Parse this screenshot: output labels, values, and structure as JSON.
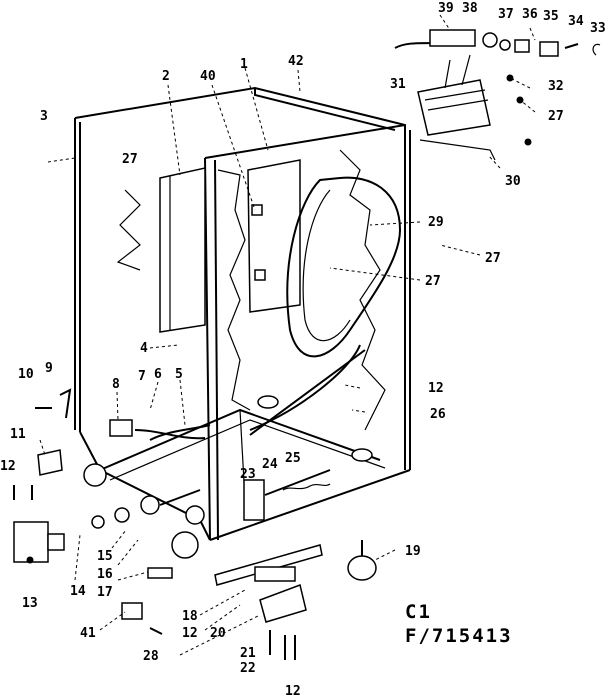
{
  "diagram": {
    "labels": {
      "p1": "1",
      "p2": "2",
      "p3": "3",
      "p4": "4",
      "p5": "5",
      "p6": "6",
      "p7": "7",
      "p8": "8",
      "p9": "9",
      "p10": "10",
      "p11": "11",
      "p12a": "12",
      "p12b": "12",
      "p12c": "12",
      "p12d": "12",
      "p13": "13",
      "p14": "14",
      "p15": "15",
      "p16": "16",
      "p17": "17",
      "p18": "18",
      "p19": "19",
      "p20": "20",
      "p21": "21",
      "p22": "22",
      "p23": "23",
      "p24": "24",
      "p25": "25",
      "p26": "26",
      "p27a": "27",
      "p27b": "27",
      "p27c": "27",
      "p27d": "27",
      "p28": "28",
      "p29": "29",
      "p30": "30",
      "p31": "31",
      "p32": "32",
      "p33": "33",
      "p34": "34",
      "p35": "35",
      "p36": "36",
      "p37": "37",
      "p38": "38",
      "p39": "39",
      "p40": "40",
      "p41": "41",
      "p42": "42"
    },
    "reference": {
      "line1": "C1",
      "line2": "F/715413"
    }
  }
}
